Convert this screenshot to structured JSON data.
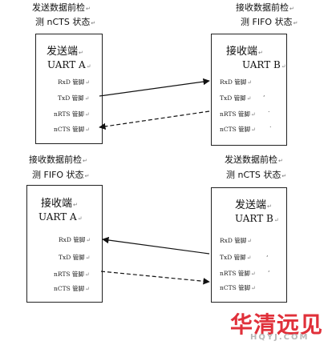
{
  "return_mark": "↵",
  "top": {
    "left_caption": [
      "发送数据前检",
      "测 nCTS 状态"
    ],
    "right_caption": [
      "接收数据前检",
      "测 FIFO 状态"
    ],
    "left_box": {
      "title": "发送端",
      "uart": "UART A",
      "pins": [
        "RxD 管脚",
        "TxD 管脚",
        "nRTS 管脚",
        "nCTS 管脚"
      ]
    },
    "right_box": {
      "title": "接收端",
      "uart": "UART B",
      "pins": [
        "RxD 管脚",
        "TxD 管脚",
        "nRTS 管脚",
        "nCTS 管脚"
      ]
    }
  },
  "bottom": {
    "left_caption": [
      "接收数据前检",
      "测 FIFO 状态"
    ],
    "right_caption": [
      "发送数据前检",
      "测 nCTS 状态"
    ],
    "left_box": {
      "title": "接收端",
      "uart": "UART A",
      "pins": [
        "RxD 管脚",
        "TxD 管脚",
        "nRTS 管脚",
        "nCTS 管脚"
      ]
    },
    "right_box": {
      "title": "发送端",
      "uart": "UART B",
      "pins": [
        "RxD 管脚",
        "TxD 管脚",
        "nRTS 管脚",
        "nCTS 管脚"
      ]
    }
  },
  "connections": [
    {
      "from": "top.left_box.TxD",
      "to": "top.right_box.RxD",
      "style": "solid"
    },
    {
      "from": "top.right_box.nRTS",
      "to": "top.left_box.nCTS",
      "style": "dashed"
    },
    {
      "from": "bottom.right_box.TxD",
      "to": "bottom.left_box.RxD",
      "style": "solid"
    },
    {
      "from": "bottom.left_box.nRTS",
      "to": "bottom.right_box.nCTS",
      "style": "dashed"
    }
  ],
  "watermark": {
    "text": "华清远见",
    "sub": "HQYJ.COM",
    "color": "#e0303a"
  }
}
